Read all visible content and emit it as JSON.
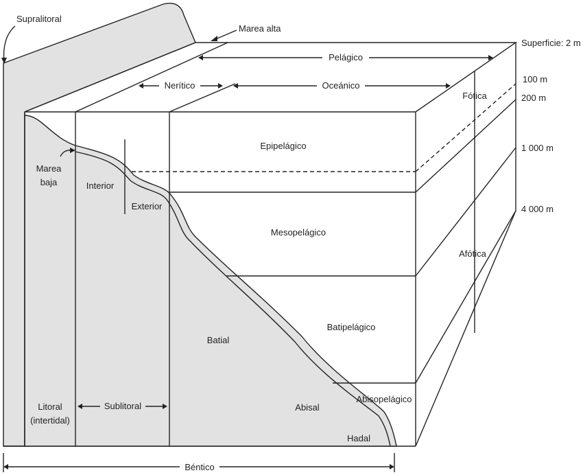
{
  "labels": {
    "supralitoral": "Supralitoral",
    "marea_alta": "Marea alta",
    "pelagico": "Pelágico",
    "superficie": "Superficie: 2 m",
    "neritico": "Nerítico",
    "oceanico": "Oceánico",
    "fotica": "Fótica",
    "d100": "100 m",
    "d200": "200 m",
    "d1000": "1 000 m",
    "d4000": "4 000 m",
    "epipelagico": "Epipelágico",
    "marea_baja_1": "Marea",
    "marea_baja_2": "baja",
    "interior": "Interior",
    "exterior": "Exterior",
    "mesopelagico": "Mesopelágico",
    "afotica": "Afótica",
    "batial": "Batial",
    "batipelagico": "Batipelágico",
    "abisopelagico": "Abisopelágico",
    "abisal": "Abisal",
    "hadal": "Hadal",
    "litoral_1": "Litoral",
    "litoral_2": "(intertidal)",
    "sublitoral": "Sublitoral",
    "bentico": "Béntico"
  },
  "colors": {
    "seabed": "#e2e2e2",
    "line": "#222222"
  }
}
